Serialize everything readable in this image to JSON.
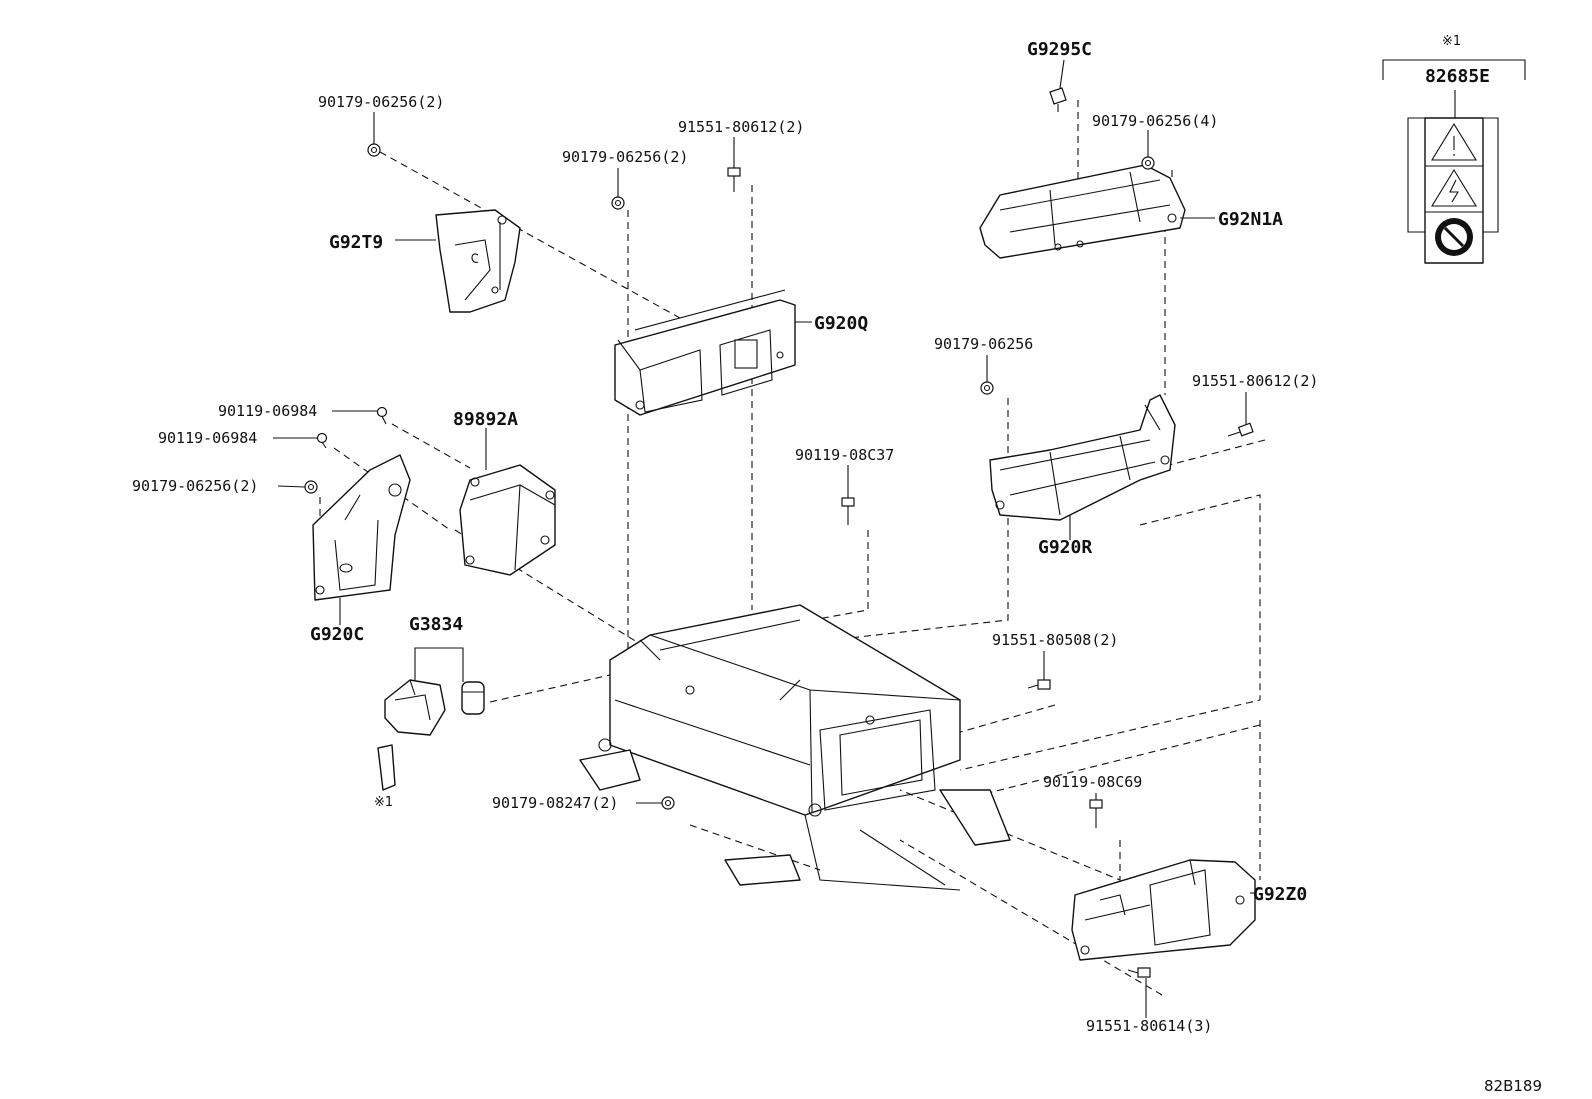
{
  "labels": {
    "p_90179_06256_2_top": "90179-06256(2)",
    "p_91551_80612_2_top": "91551-80612(2)",
    "p_90179_06256_2_mid": "90179-06256(2)",
    "p_G9295C": "G9295C",
    "p_90179_06256_4": "90179-06256(4)",
    "p_G92N1A": "G92N1A",
    "p_G92T9": "G92T9",
    "p_G920Q": "G920Q",
    "p_90179_06256": "90179-06256",
    "p_91551_80612_2_right": "91551-80612(2)",
    "p_90119_06984_a": "90119-06984",
    "p_90119_06984_b": "90119-06984",
    "p_89892A": "89892A",
    "p_90179_06256_2_left": "90179-06256(2)",
    "p_90119_08C37": "90119-08C37",
    "p_G920R": "G920R",
    "p_G920C": "G920C",
    "p_G3834": "G3834",
    "p_91551_80508_2": "91551-80508(2)",
    "p_90179_08247_2": "90179-08247(2)",
    "p_90119_08C69": "90119-08C69",
    "p_G92Z0": "G92Z0",
    "p_91551_80614_3": "91551-80614(3)",
    "p_82685E": "82685E",
    "note_mark_top": "※1",
    "note_mark_left": "※1",
    "figure_code": "82B189"
  },
  "icons": [
    "warning-triangle-icon",
    "high-voltage-icon",
    "no-touch-icon"
  ]
}
